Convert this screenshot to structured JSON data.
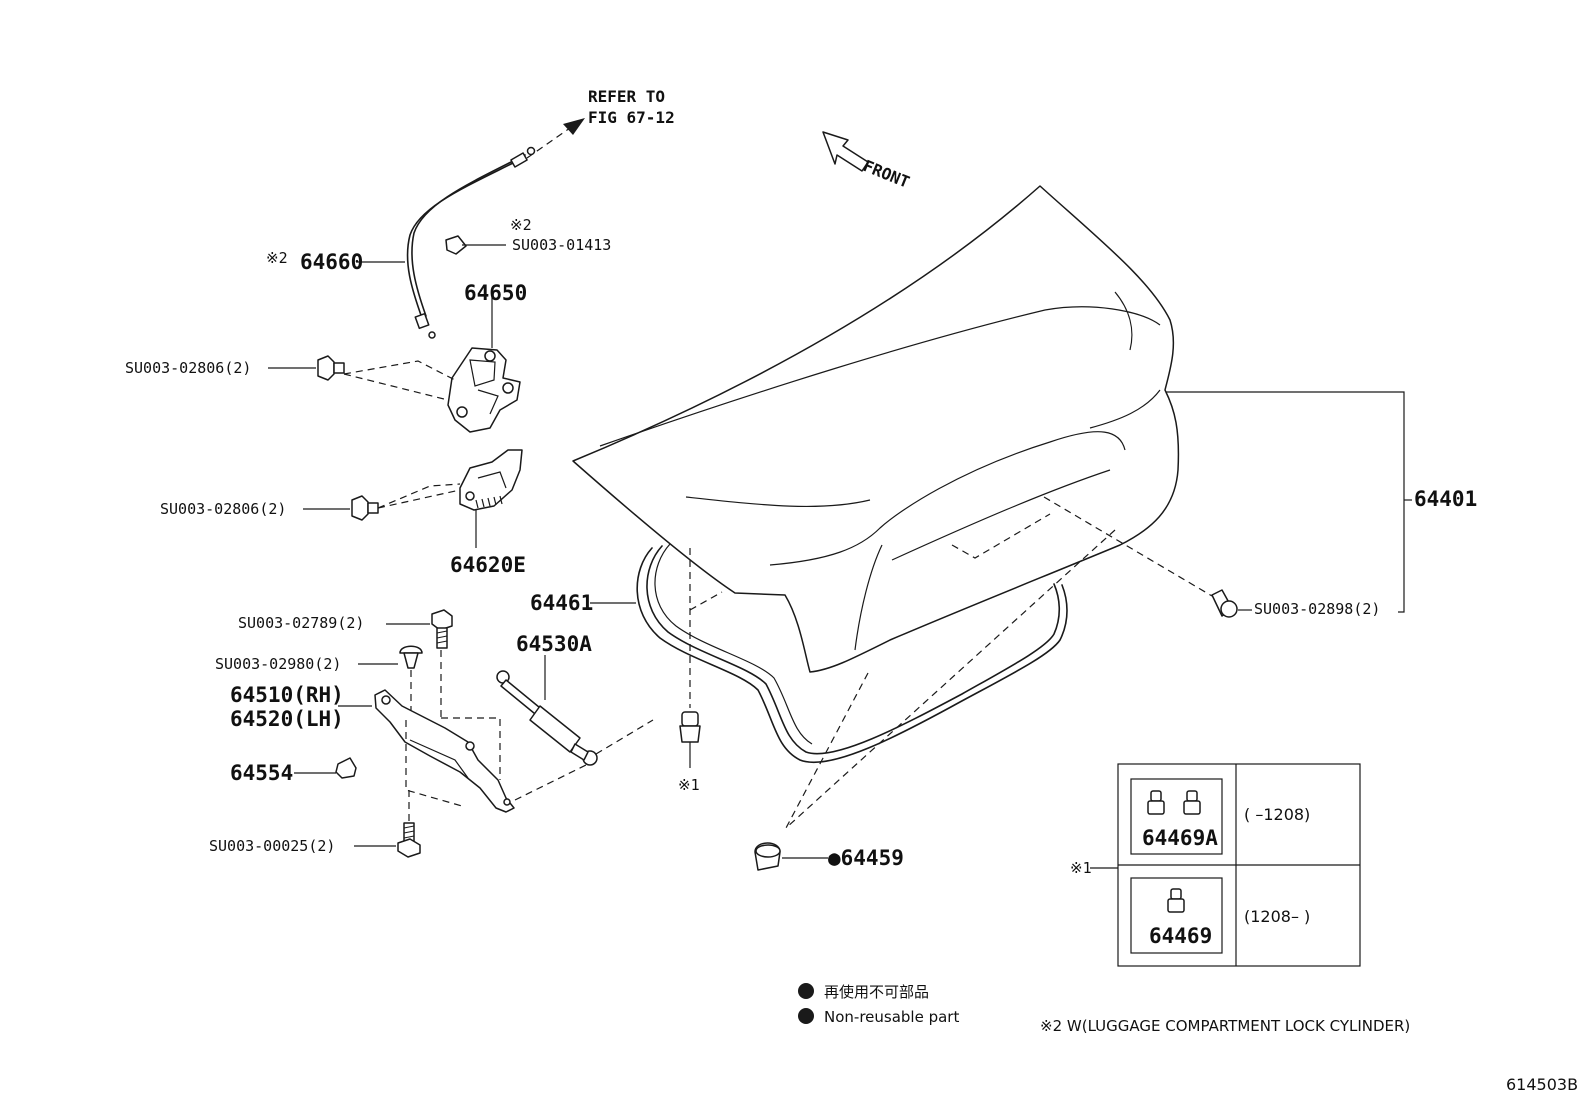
{
  "refer": {
    "line1": "REFER TO",
    "line2": "FIG 67-12"
  },
  "front_label": "FRONT",
  "parts": {
    "p64660": {
      "mark": "※2",
      "number": "64660"
    },
    "su_01413": {
      "mark": "※2",
      "number": "SU003-01413"
    },
    "p64650": "64650",
    "su_02806_a": "SU003-02806(2)",
    "su_02806_b": "SU003-02806(2)",
    "p64620e": "64620E",
    "p64401": "64401",
    "su_02898": "SU003-02898(2)",
    "p64461": "64461",
    "su_02789": "SU003-02789(2)",
    "p64530a": "64530A",
    "su_02980": "SU003-02980(2)",
    "p64510": "64510(RH)",
    "p64520": "64520(LH)",
    "p64554": "64554",
    "note1_mark": "※1",
    "su_00025": "SU003-00025(2)",
    "p64459": "●64459"
  },
  "variants_table": {
    "side_mark": "※1",
    "rows": [
      {
        "part": "64469A",
        "range": "(      –1208)"
      },
      {
        "part": "64469",
        "range": "(1208–      )"
      }
    ]
  },
  "legend": {
    "jp": "再使用不可部品",
    "en": "Non-reusable part"
  },
  "footnote": "※2 W(LUGGAGE COMPARTMENT LOCK CYLINDER)",
  "diagram_code": "614503B"
}
